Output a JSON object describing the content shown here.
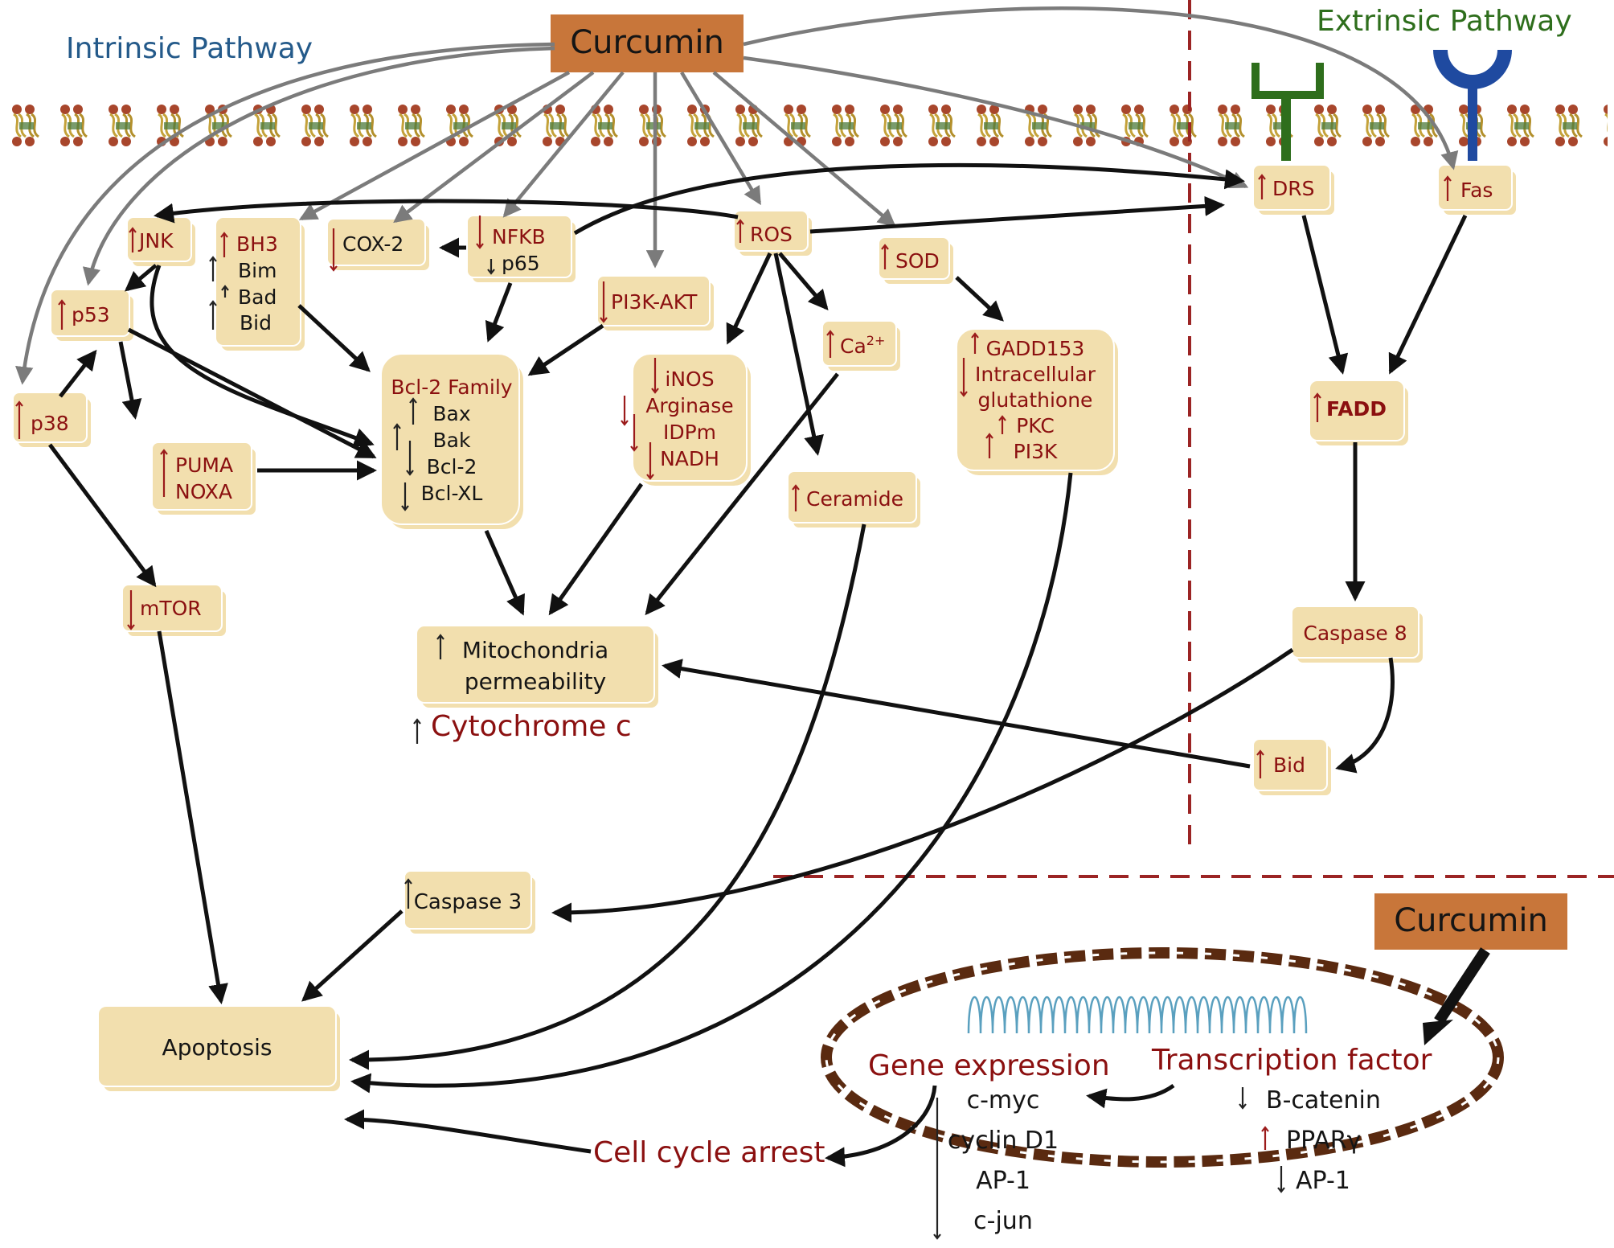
{
  "titles": {
    "intrinsic": "Intrinsic  Pathway",
    "extrinsic": "Extrinsic  Pathway",
    "curcumin_top": "Curcumin",
    "curcumin_bottom": "Curcumin"
  },
  "nodes": {
    "jnk": "JNK",
    "bh3": [
      "BH3",
      "Bim",
      "Bad",
      "Bid"
    ],
    "cox2": "COX-2",
    "nfkb": [
      "NFKB",
      "p65"
    ],
    "ros": "ROS",
    "sod": "SOD",
    "drs": "DRS",
    "fas": "Fas",
    "p53": "p53",
    "pi3k_akt": "PI3K-AKT",
    "ca": "Ca",
    "ca_sup": "2+",
    "gadd": [
      "GADD153",
      "Intracellular",
      "glutathione",
      "PKC",
      "PI3K"
    ],
    "p38": "p38",
    "bcl2": [
      "Bcl-2 Family",
      "Bax",
      "Bak",
      "Bcl-2",
      "Bcl-XL"
    ],
    "inos": [
      "iNOS",
      "Arginase",
      "IDPm",
      "NADH"
    ],
    "fadd": "FADD",
    "puma": [
      "PUMA",
      "NOXA"
    ],
    "ceramide": "Ceramide",
    "mtor": "mTOR",
    "caspase8": "Caspase 8",
    "mito": [
      "Mitochondria",
      "permeability"
    ],
    "cytochrome": "Cytochrome c",
    "bid": "Bid",
    "caspase3": "Caspase 3",
    "apoptosis": "Apoptosis"
  },
  "nucleus": {
    "gene_expression": "Gene expression",
    "transcription_factor": "Transcription factor",
    "genes": [
      "c-myc",
      "cyclin D1",
      "AP-1",
      "c-jun"
    ],
    "factors": [
      "B-catenin",
      "PPARγ",
      "AP-1"
    ],
    "cell_cycle_arrest": "Cell cycle arrest"
  },
  "colors": {
    "node_fill": "#f2dfae",
    "curcumin_fill": "#c8763a",
    "dark_red": "#8b1010",
    "divider": "#9b2424",
    "nucleus_border": "#5a2a10",
    "receptor_green": "#2e6e1c",
    "receptor_blue": "#1f4aa0"
  }
}
